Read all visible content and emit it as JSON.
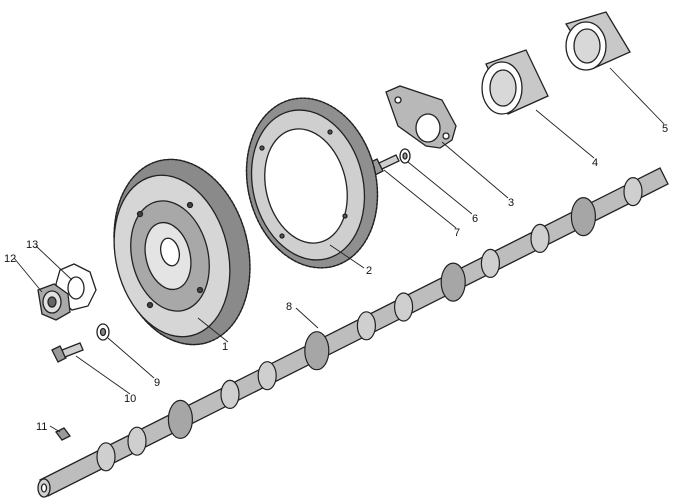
{
  "callouts": {
    "c1": "1",
    "c2": "2",
    "c3": "3",
    "c4": "4",
    "c5": "5",
    "c6": "6",
    "c7": "7",
    "c8": "8",
    "c9": "9",
    "c10": "10",
    "c11": "11",
    "c12": "12",
    "c13": "13"
  },
  "colors": {
    "ink": "#222222",
    "paper": "#ffffff",
    "shade": "#9a9a9a"
  }
}
